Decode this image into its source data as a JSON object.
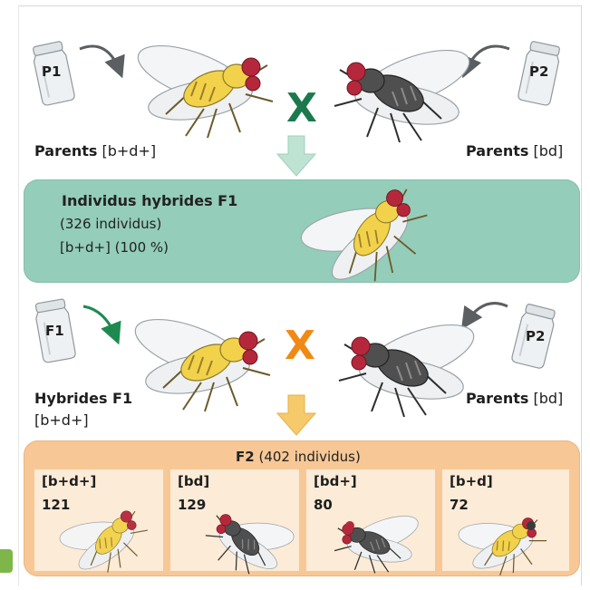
{
  "top": {
    "vial_left": "P1",
    "vial_right": "P2",
    "cross_symbol": "X",
    "parents_left": {
      "word": "Parents",
      "phenotype": "[b+d+]"
    },
    "parents_right": {
      "word": "Parents",
      "phenotype": "[bd]"
    }
  },
  "f1_panel": {
    "title": "Individus hybrides F1",
    "count": "(326 individus)",
    "phenotype": "[b+d+] (100 %)"
  },
  "middle": {
    "vial_left": "F1",
    "vial_right": "P2",
    "cross_symbol": "X",
    "hybrids_left": {
      "word": "Hybrides F1",
      "phenotype": "[b+d+]"
    },
    "parents_right": {
      "word": "Parents",
      "phenotype": "[bd]"
    }
  },
  "f2_panel": {
    "title_bold": "F2",
    "title_rest": "(402 individus)",
    "columns": [
      {
        "phenotype": "[b+d+]",
        "count": "121"
      },
      {
        "phenotype": "[bd]",
        "count": "129"
      },
      {
        "phenotype": "[bd+]",
        "count": "80"
      },
      {
        "phenotype": "[b+d]",
        "count": "72"
      }
    ]
  },
  "colors": {
    "f1_panel": "#94cdb9",
    "f2_panel": "#f7c896",
    "cross_top": "#1b7a4d",
    "cross_bottom": "#f08a14",
    "wild_fly_body": "#f2d24a",
    "mutant_fly_body": "#4f4f4f",
    "eye": "#b5283c"
  },
  "icons": [
    "vial-icon",
    "fly-wild-type-icon",
    "fly-mutant-icon",
    "arrow-down-icon",
    "curved-arrow-icon"
  ]
}
